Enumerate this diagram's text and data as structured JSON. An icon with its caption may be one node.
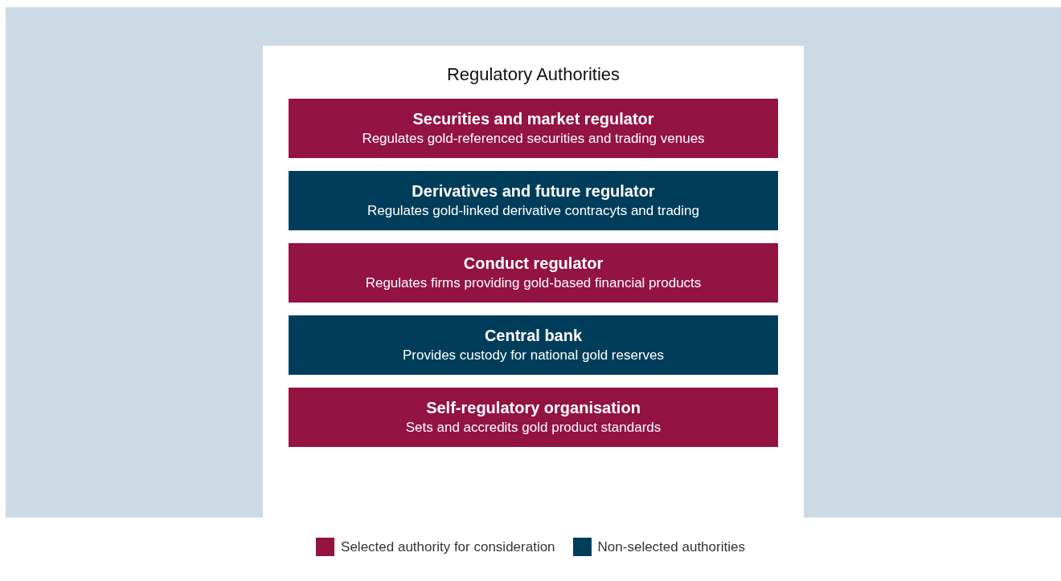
{
  "diagram": {
    "nodes": [
      {
        "text": [
          "Regulatory Authorities"
        ]
      },
      {
        "text": [
          "Securities and market regulator",
          "Regulates gold-referenced securities and trading venues"
        ],
        "in": 0
      },
      {
        "text": [
          "Derivatives and future regulator",
          "Regulates gold-linked derivative contracyts and trading"
        ],
        "in": 0
      },
      {
        "text": [
          "Conduct regulator",
          "Regulates firms providing gold-based financial products"
        ],
        "in": 0
      },
      {
        "text": [
          "Central bank",
          "Provides custody for national gold reserves"
        ],
        "in": 0
      },
      {
        "text": [
          "Self-regulatory organisation",
          "Sets and accredits gold product standards"
        ],
        "in": 0
      }
    ],
    "legend": [
      {
        "text": "Selected authority for consideration",
        "color": "#931341"
      },
      {
        "text": "Non-selected authorities",
        "color": "#003d5a"
      }
    ]
  }
}
